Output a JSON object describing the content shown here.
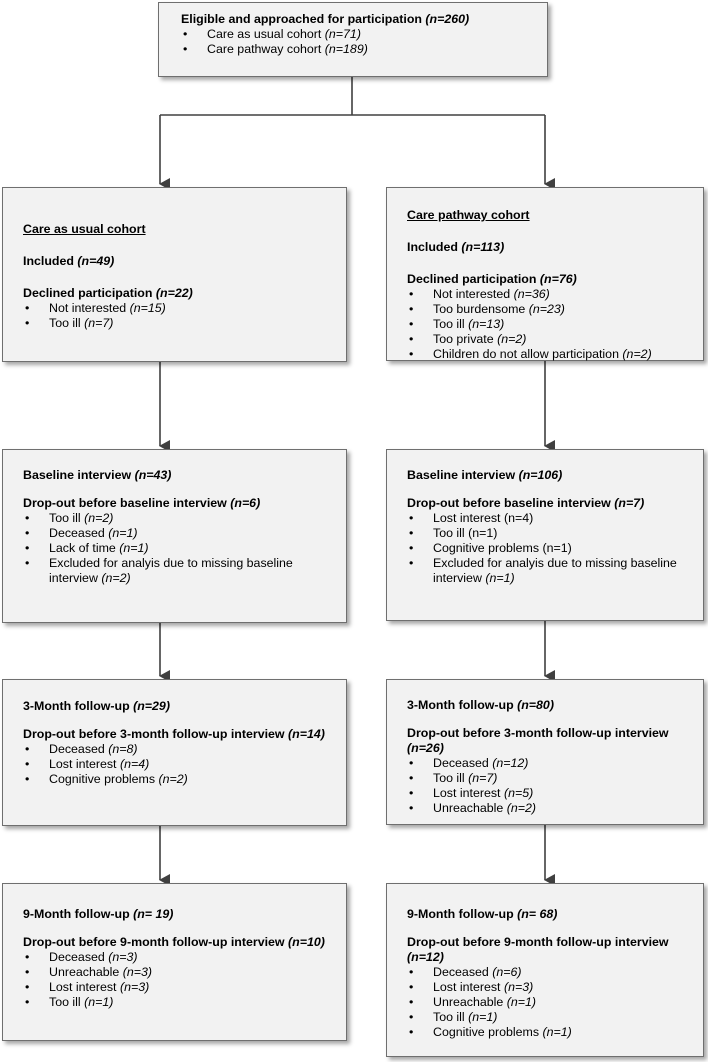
{
  "top": {
    "title": "Eligible and approached for participation ",
    "n": "(n=260)",
    "items": [
      {
        "label": "Care as usual cohort ",
        "n": "(n=71)"
      },
      {
        "label": "Care pathway cohort ",
        "n": "(n=189)"
      }
    ]
  },
  "left": {
    "cohort": {
      "title": "Care as usual cohort",
      "included": "Included ",
      "included_n": "(n=49)",
      "declined": "Declined participation ",
      "declined_n": "(n=22)",
      "items": [
        {
          "label": "Not interested ",
          "n": "(n=15)"
        },
        {
          "label": "Too ill ",
          "n": "(n=7)"
        }
      ]
    },
    "baseline": {
      "head": "Baseline interview ",
      "head_n": "(n=43)",
      "drop": "Drop-out before baseline interview ",
      "drop_n": "(n=6)",
      "items": [
        {
          "label": "Too ill ",
          "n": "(n=2)"
        },
        {
          "label": "Deceased ",
          "n": "(n=1)"
        },
        {
          "label": "Lack of time ",
          "n": "(n=1)"
        },
        {
          "label": "Excluded for analyis due to missing baseline interview ",
          "n": "(n=2)"
        }
      ]
    },
    "m3": {
      "head": "3-Month follow-up ",
      "head_n": "(n=29)",
      "drop": "Drop-out before 3-month follow-up interview ",
      "drop_n": "(n=14)",
      "items": [
        {
          "label": "Deceased ",
          "n": "(n=8)"
        },
        {
          "label": "Lost interest ",
          "n": "(n=4)"
        },
        {
          "label": "Cognitive problems ",
          "n": "(n=2)"
        }
      ]
    },
    "m9": {
      "head": "9-Month follow-up ",
      "head_n": "(n= 19)",
      "drop": "Drop-out before 9-month follow-up interview ",
      "drop_n": "(n=10)",
      "items": [
        {
          "label": "Deceased ",
          "n": "(n=3)"
        },
        {
          "label": "Unreachable ",
          "n": "(n=3)"
        },
        {
          "label": "Lost interest ",
          "n": "(n=3)"
        },
        {
          "label": "Too ill ",
          "n": "(n=1)"
        }
      ]
    }
  },
  "right": {
    "cohort": {
      "title": "Care pathway cohort",
      "included": "Included ",
      "included_n": "(n=113)",
      "declined": "Declined participation ",
      "declined_n": "(n=76)",
      "items": [
        {
          "label": "Not interested ",
          "n": "(n=36)"
        },
        {
          "label": "Too burdensome ",
          "n": "(n=23)"
        },
        {
          "label": "Too ill ",
          "n": "(n=13)"
        },
        {
          "label": "Too private ",
          "n": "(n=2)"
        },
        {
          "label": "Children do not allow participation ",
          "n": "(n=2)"
        }
      ]
    },
    "baseline": {
      "head": "Baseline interview ",
      "head_n": "(n=106)",
      "drop": "Drop-out before baseline interview ",
      "drop_n": "(n=7)",
      "items": [
        {
          "label": "Lost interest (n=4)",
          "n": ""
        },
        {
          "label": "Too ill (n=1)",
          "n": ""
        },
        {
          "label": "Cognitive problems (n=1)",
          "n": ""
        },
        {
          "label": "Excluded for analyis due to missing baseline interview ",
          "n": "(n=1)"
        }
      ]
    },
    "m3": {
      "head": "3-Month follow-up ",
      "head_n": "(n=80)",
      "drop": "Drop-out before 3-month follow-up interview ",
      "drop_n": "(n=26)",
      "items": [
        {
          "label": "Deceased ",
          "n": "(n=12)"
        },
        {
          "label": "Too ill ",
          "n": "(n=7)"
        },
        {
          "label": "Lost interest ",
          "n": "(n=5)"
        },
        {
          "label": "Unreachable ",
          "n": "(n=2)"
        }
      ]
    },
    "m9": {
      "head": "9-Month follow-up ",
      "head_n": "(n= 68)",
      "drop": "Drop-out before 9-month follow-up interview ",
      "drop_n": "(n=12)",
      "items": [
        {
          "label": "Deceased ",
          "n": "(n=6)"
        },
        {
          "label": "Lost interest ",
          "n": "(n=3)"
        },
        {
          "label": "Unreachable ",
          "n": "(n=1)"
        },
        {
          "label": "Too ill ",
          "n": "(n=1)"
        },
        {
          "label": "Cognitive problems ",
          "n": "(n=1)"
        }
      ]
    }
  }
}
